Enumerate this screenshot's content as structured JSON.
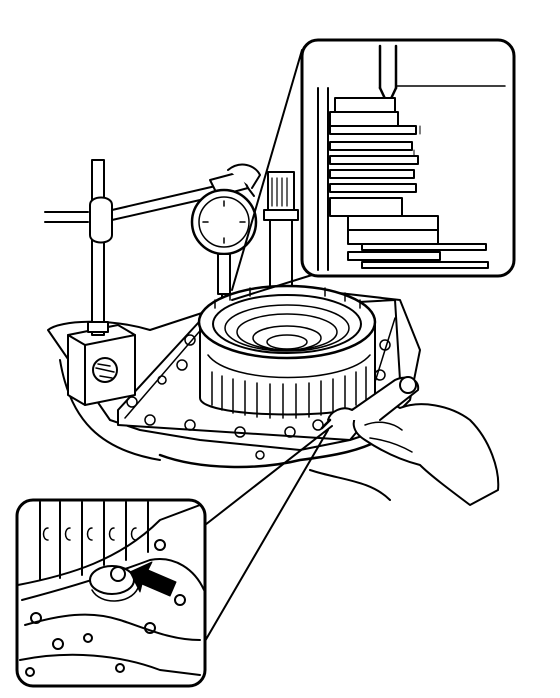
{
  "figure": {
    "subject": "dial-indicator-clutch-clearance-measurement",
    "colors": {
      "ink": "#000000",
      "paper": "#ffffff"
    },
    "callouts": [
      {
        "id": "detail-upper-right",
        "icon": "indicator-plunger-on-clutch-pack"
      },
      {
        "id": "detail-lower-left",
        "icon": "fluid-hole-with-arrow"
      }
    ]
  }
}
